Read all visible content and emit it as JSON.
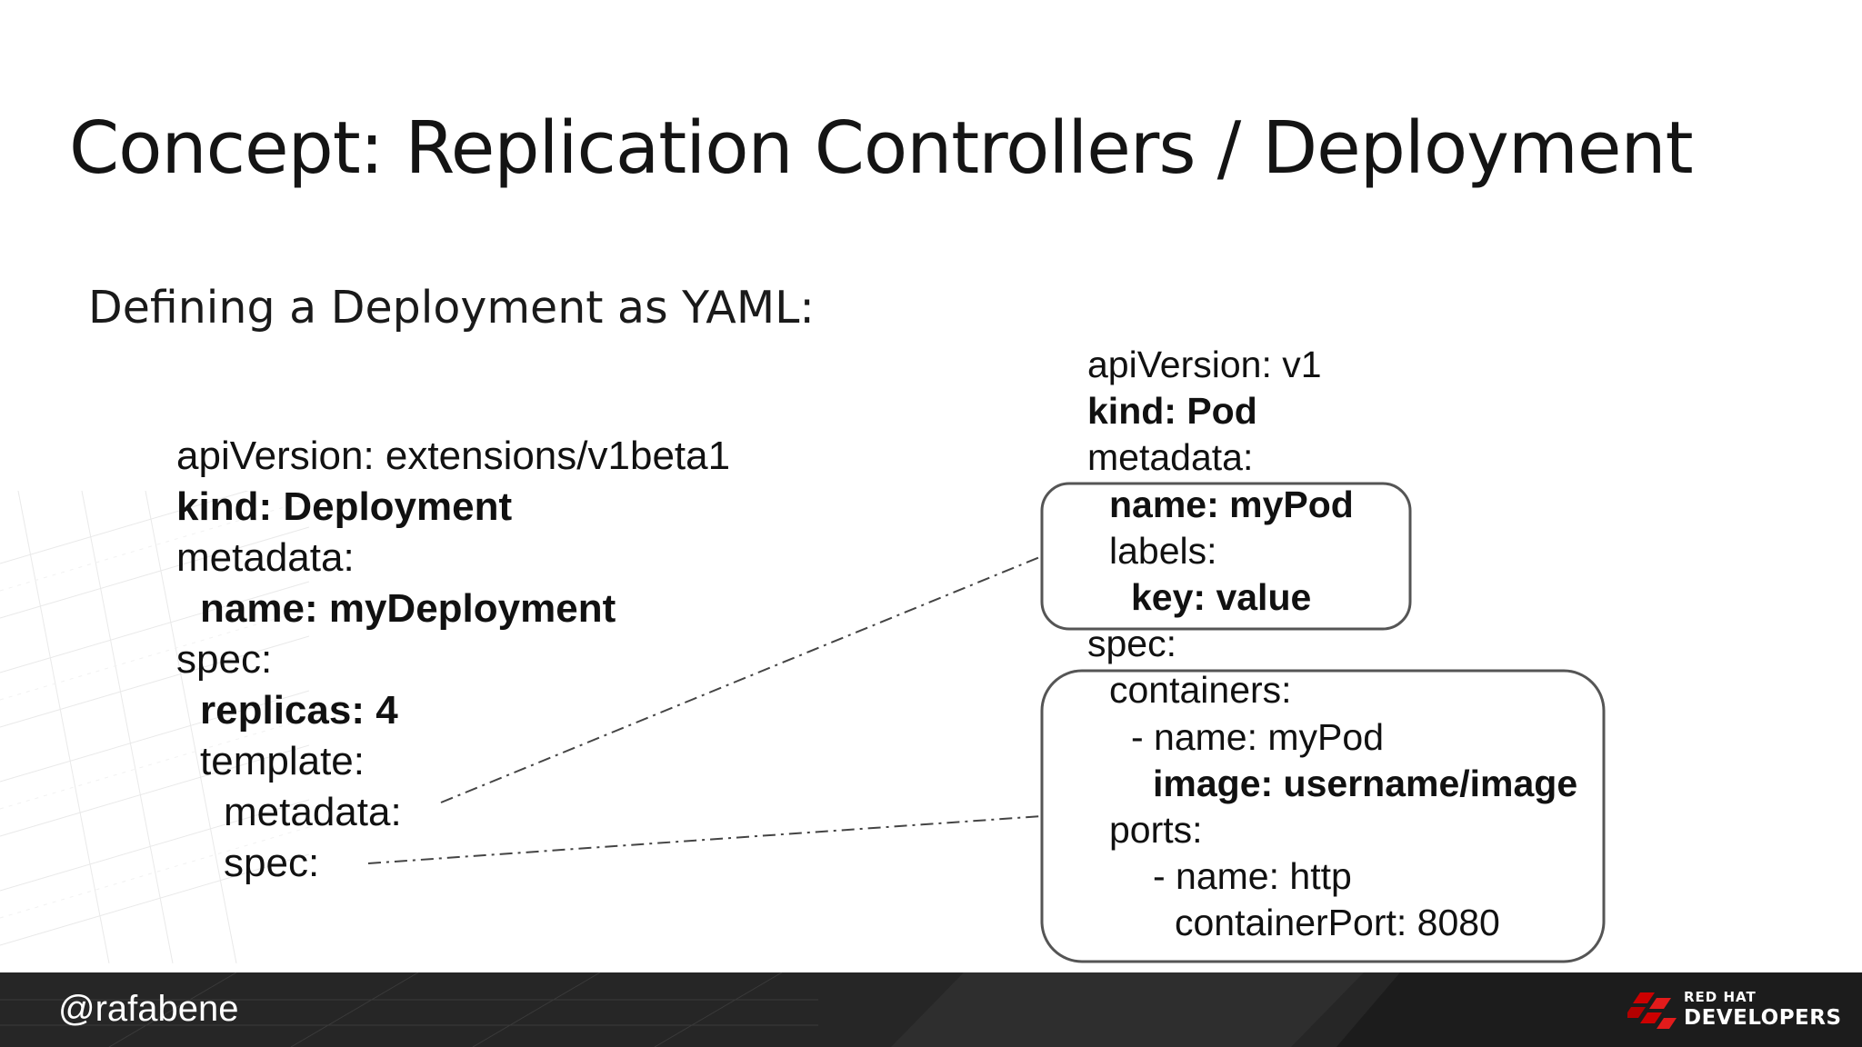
{
  "slide": {
    "title": "Concept: Replication Controllers / Deployment",
    "subtitle": "Defining a Deployment as YAML:"
  },
  "deployment_yaml": [
    {
      "text": "apiVersion: extensions/v1beta1",
      "bold": false,
      "indent": 0
    },
    {
      "text": "kind: Deployment",
      "bold": true,
      "indent": 0
    },
    {
      "text": "metadata:",
      "bold": false,
      "indent": 0
    },
    {
      "text": "name: myDeployment",
      "bold": true,
      "indent": 1
    },
    {
      "text": "spec:",
      "bold": false,
      "indent": 0
    },
    {
      "text": "replicas: 4",
      "bold": true,
      "indent": 1
    },
    {
      "text": "template:",
      "bold": false,
      "indent": 1
    },
    {
      "text": "metadata:",
      "bold": false,
      "indent": 2
    },
    {
      "text": "spec:",
      "bold": false,
      "indent": 2
    }
  ],
  "pod_yaml": [
    {
      "text": "apiVersion: v1",
      "bold": false,
      "indent": 0
    },
    {
      "text": "kind: Pod",
      "bold": true,
      "indent": 0
    },
    {
      "text": "metadata:",
      "bold": false,
      "indent": 0
    },
    {
      "text": "name: myPod",
      "bold": true,
      "indent": 1
    },
    {
      "text": "labels:",
      "bold": false,
      "indent": 1
    },
    {
      "text": "key: value",
      "bold": true,
      "indent": 2
    },
    {
      "text": "spec:",
      "bold": false,
      "indent": 0
    },
    {
      "text": "containers:",
      "bold": false,
      "indent": 1
    },
    {
      "text": "- name: myPod",
      "bold": false,
      "indent": 2
    },
    {
      "text": "image: username/image",
      "bold": true,
      "indent": 3
    },
    {
      "text": "ports:",
      "bold": false,
      "indent": 1
    },
    {
      "text": "- name: http",
      "bold": false,
      "indent": 3
    },
    {
      "text": "containerPort: 8080",
      "bold": false,
      "indent": 4
    }
  ],
  "footer": {
    "handle": "@rafabene",
    "brand_line1": "RED HAT",
    "brand_line2": "DEVELOPERS"
  },
  "colors": {
    "footer_bg": "#262626",
    "brand_red": "#cc0000",
    "text": "#141414",
    "box_stroke": "#555555"
  }
}
